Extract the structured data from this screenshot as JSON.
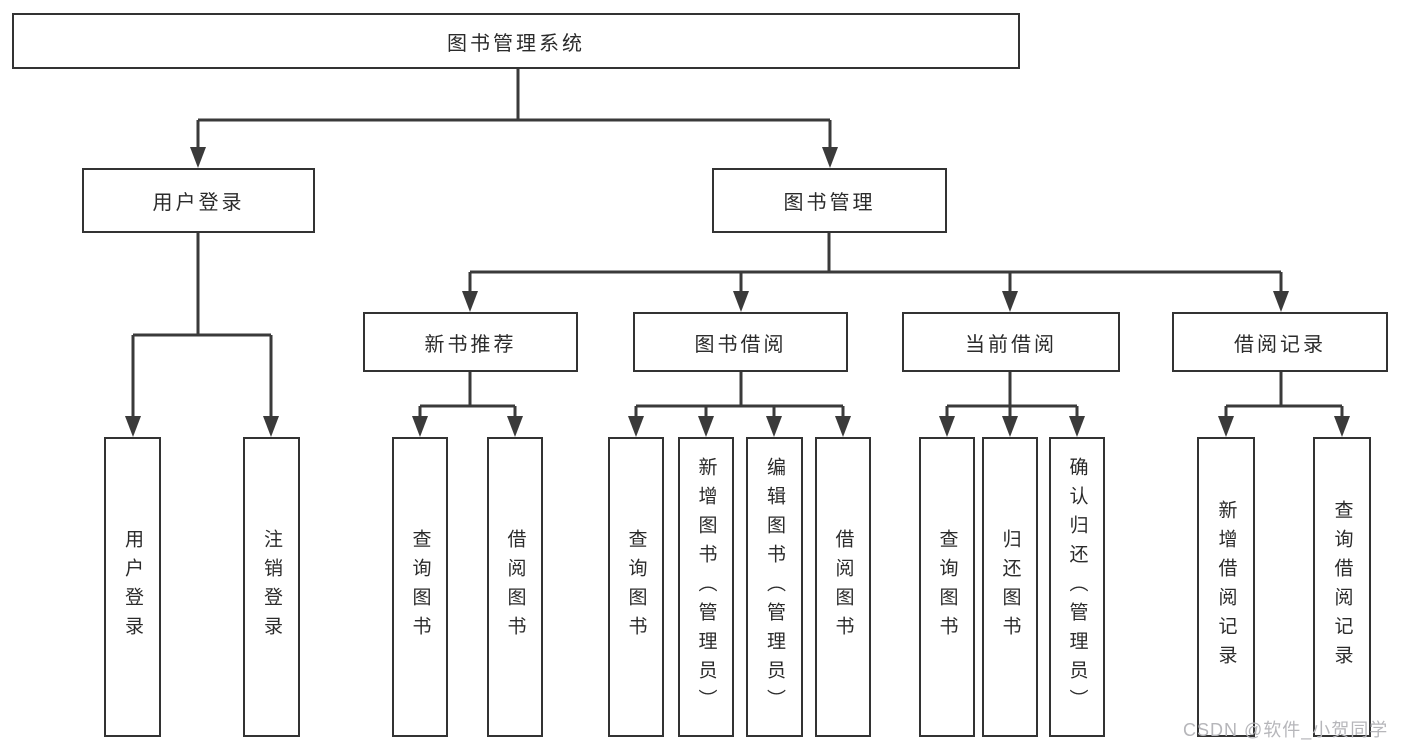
{
  "diagram": {
    "root": "图书管理系统",
    "level2": {
      "user_login": "用户登录",
      "book_mgmt": "图书管理"
    },
    "level3": {
      "new_books": "新书推荐",
      "book_borrow": "图书借阅",
      "current_borrow": "当前借阅",
      "borrow_records": "借阅记录"
    },
    "leaves": {
      "user_login": [
        "用户登录",
        "注销登录"
      ],
      "new_books": [
        "查询图书",
        "借阅图书"
      ],
      "book_borrow": [
        "查询图书",
        "新增图书（管理员）",
        "编辑图书（管理员）",
        "借阅图书"
      ],
      "current_borrow": [
        "查询图书",
        "归还图书",
        "确认归还（管理员）"
      ],
      "borrow_records": [
        "新增借阅记录",
        "查询借阅记录"
      ]
    }
  },
  "watermark": "CSDN @软件_小贺同学",
  "colors": {
    "line": "#3a3a3a",
    "border": "#333333",
    "text": "#2b2b2b",
    "watermark": "#b6b6ba",
    "background": "#ffffff"
  }
}
